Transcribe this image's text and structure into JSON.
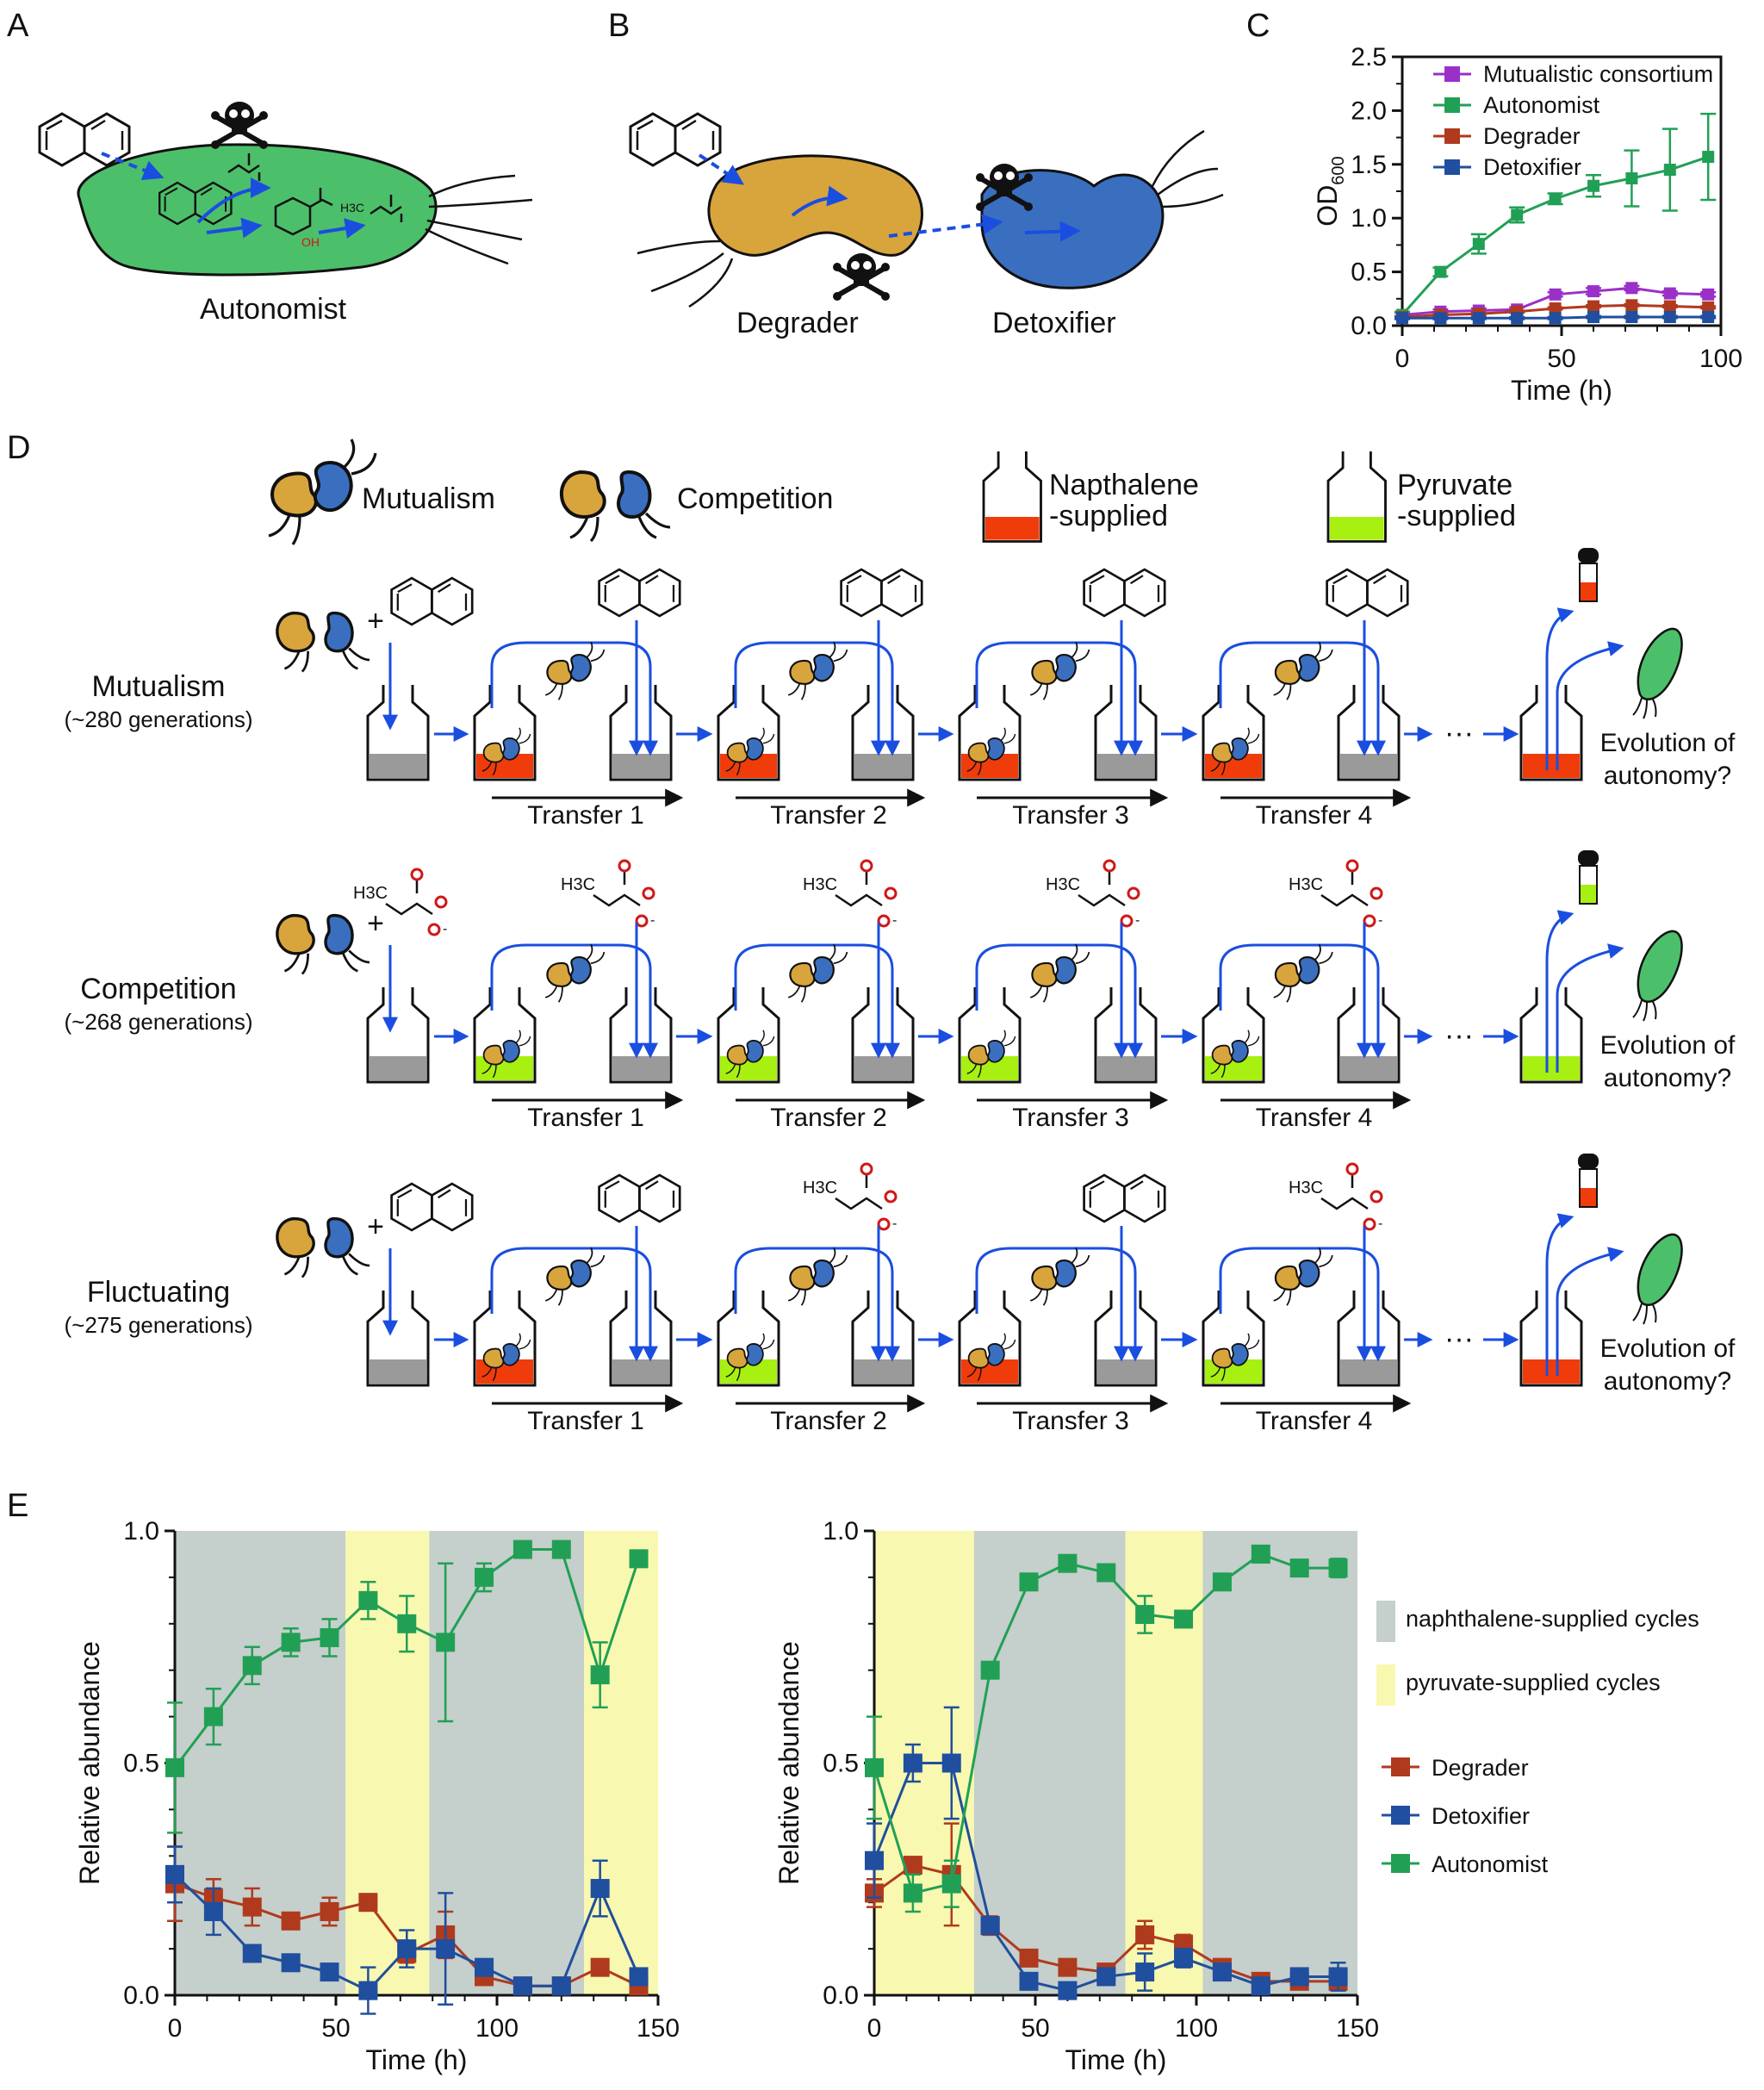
{
  "panels": {
    "A": "A",
    "B": "B",
    "C": "C",
    "D": "D",
    "E": "E"
  },
  "panelA": {
    "label": "Autonomist"
  },
  "panelB": {
    "label1": "Degrader",
    "label2": "Detoxifier"
  },
  "chem": {
    "methyl": "H3C",
    "o_minus": "O-",
    "oh": "OH"
  },
  "legendD": {
    "mutualism": "Mutualism",
    "competition": "Competition",
    "naph_line1": "Napthalene",
    "naph_line2": "-supplied",
    "pyr_line1": "Pyruvate",
    "pyr_line2": "-supplied"
  },
  "rows": [
    {
      "title": "Mutualism",
      "gens": "(~280 generations)",
      "media": [
        "naphthalene",
        "naphthalene",
        "naphthalene",
        "naphthalene"
      ],
      "initial": "naphthalene",
      "final": "naphthalene",
      "layout": "mutualism"
    },
    {
      "title": "Competition",
      "gens": "(~268 generations)",
      "media": [
        "pyruvate",
        "pyruvate",
        "pyruvate",
        "pyruvate"
      ],
      "initial": "pyruvate",
      "final": "pyruvate",
      "layout": "competition"
    },
    {
      "title": "Fluctuating",
      "gens": "(~275 generations)",
      "media": [
        "naphthalene",
        "pyruvate",
        "naphthalene",
        "pyruvate"
      ],
      "initial": "naphthalene",
      "final": "naphthalene",
      "layout": "mixed"
    }
  ],
  "transfers": [
    "Transfer 1",
    "Transfer 2",
    "Transfer 3",
    "Transfer 4"
  ],
  "plus": "+",
  "ellipsis": "···",
  "evolution": [
    "Evolution of",
    "autonomy?"
  ],
  "colors": {
    "autonomist": "#21a055",
    "degrader": "#b03a1e",
    "detoxifier": "#1f4f9e",
    "mutualistic": "#9b30c8",
    "naph_medium": "#f03c0a",
    "pyr_medium": "#a8ef12",
    "gray_medium": "#9a9a9a",
    "naph_band": "#c5cfcb",
    "pyr_band": "#f8f8b0",
    "cellA": "#4cbf6a",
    "cellDeg": "#d8a43c",
    "cellDet": "#3a6fc0",
    "arrow": "#1a4ee0"
  },
  "chart_data": [
    {
      "type": "line",
      "xlabel": "Time (h)",
      "ylabel": "OD600",
      "xlim": [
        0,
        100
      ],
      "ylim": [
        0,
        2.5
      ],
      "xticks": [
        "0",
        "50",
        "100"
      ],
      "yticks": [
        "0.0",
        "0.5",
        "1.0",
        "1.5",
        "2.0",
        "2.5"
      ],
      "legend_position": "top-left",
      "x": [
        0,
        12,
        24,
        36,
        48,
        60,
        72,
        84,
        96
      ],
      "series": [
        {
          "name": "Mutualistic consortium",
          "color": "#9b30c8",
          "values": [
            0.1,
            0.13,
            0.14,
            0.15,
            0.29,
            0.32,
            0.35,
            0.3,
            0.29
          ],
          "err": [
            0.02,
            0.02,
            0.02,
            0.02,
            0.02,
            0.03,
            0.02,
            0.02,
            0.02
          ]
        },
        {
          "name": "Autonomist",
          "color": "#21a055",
          "values": [
            0.1,
            0.5,
            0.76,
            1.03,
            1.18,
            1.3,
            1.37,
            1.45,
            1.57
          ],
          "err": [
            0.03,
            0.04,
            0.09,
            0.07,
            0.05,
            0.1,
            0.26,
            0.38,
            0.4
          ]
        },
        {
          "name": "Degrader",
          "color": "#b03a1e",
          "values": [
            0.08,
            0.1,
            0.11,
            0.13,
            0.16,
            0.18,
            0.19,
            0.18,
            0.17
          ],
          "err": [
            0.01,
            0.01,
            0.01,
            0.01,
            0.01,
            0.01,
            0.01,
            0.01,
            0.01
          ]
        },
        {
          "name": "Detoxifier",
          "color": "#1f4f9e",
          "values": [
            0.07,
            0.07,
            0.07,
            0.07,
            0.07,
            0.08,
            0.08,
            0.08,
            0.08
          ],
          "err": [
            0.01,
            0.01,
            0.01,
            0.01,
            0.01,
            0.01,
            0.01,
            0.01,
            0.01
          ]
        }
      ]
    },
    {
      "type": "line",
      "xlabel": "Time (h)",
      "ylabel": "Relative abundance",
      "xlim": [
        0,
        150
      ],
      "ylim": [
        0,
        1.0
      ],
      "xticks": [
        "0",
        "50",
        "100",
        "150"
      ],
      "yticks": [
        "0.0",
        "0.5",
        "1.0"
      ],
      "bands": [
        {
          "from": 0,
          "to": 53,
          "medium": "naphthalene"
        },
        {
          "from": 53,
          "to": 79,
          "medium": "pyruvate"
        },
        {
          "from": 79,
          "to": 127,
          "medium": "naphthalene"
        },
        {
          "from": 127,
          "to": 150,
          "medium": "pyruvate"
        }
      ],
      "x": [
        0,
        12,
        24,
        36,
        48,
        60,
        72,
        84,
        96,
        108,
        120,
        132,
        144
      ],
      "series": [
        {
          "name": "Autonomist",
          "color": "#21a055",
          "values": [
            0.49,
            0.6,
            0.71,
            0.76,
            0.77,
            0.85,
            0.8,
            0.76,
            0.9,
            0.96,
            0.96,
            0.69,
            0.94
          ],
          "err": [
            0.14,
            0.06,
            0.04,
            0.03,
            0.04,
            0.04,
            0.06,
            0.17,
            0.03,
            0.01,
            0.01,
            0.07,
            0.01
          ]
        },
        {
          "name": "Degrader",
          "color": "#b03a1e",
          "values": [
            0.24,
            0.21,
            0.19,
            0.16,
            0.18,
            0.2,
            0.09,
            0.13,
            0.04,
            0.02,
            0.02,
            0.06,
            0.02
          ],
          "err": [
            0.08,
            0.04,
            0.04,
            0.01,
            0.03,
            0.01,
            0.02,
            0.05,
            0.01,
            0.01,
            0.01,
            0.01,
            0.01
          ]
        },
        {
          "name": "Detoxifier",
          "color": "#1f4f9e",
          "values": [
            0.26,
            0.18,
            0.09,
            0.07,
            0.05,
            0.01,
            0.1,
            0.1,
            0.06,
            0.02,
            0.02,
            0.23,
            0.04
          ],
          "err": [
            0.06,
            0.05,
            0.01,
            0.01,
            0.01,
            0.05,
            0.04,
            0.12,
            0.01,
            0.01,
            0.01,
            0.06,
            0.01
          ]
        }
      ]
    },
    {
      "type": "line",
      "xlabel": "Time (h)",
      "ylabel": "Relative abundance",
      "xlim": [
        0,
        150
      ],
      "ylim": [
        0,
        1.0
      ],
      "xticks": [
        "0",
        "50",
        "100",
        "150"
      ],
      "yticks": [
        "0.0",
        "0.5",
        "1.0"
      ],
      "bands": [
        {
          "from": 0,
          "to": 31,
          "medium": "pyruvate"
        },
        {
          "from": 31,
          "to": 78,
          "medium": "naphthalene"
        },
        {
          "from": 78,
          "to": 102,
          "medium": "pyruvate"
        },
        {
          "from": 102,
          "to": 150,
          "medium": "naphthalene"
        }
      ],
      "x": [
        0,
        12,
        24,
        36,
        48,
        60,
        72,
        84,
        96,
        108,
        120,
        132,
        144
      ],
      "series": [
        {
          "name": "Autonomist",
          "color": "#21a055",
          "values": [
            0.49,
            0.22,
            0.24,
            0.7,
            0.89,
            0.93,
            0.91,
            0.82,
            0.81,
            0.89,
            0.95,
            0.92,
            0.92
          ],
          "err": [
            0.11,
            0.04,
            0.05,
            0.01,
            0.01,
            0.01,
            0.01,
            0.04,
            0.01,
            0.01,
            0.01,
            0.01,
            0.02
          ]
        },
        {
          "name": "Degrader",
          "color": "#b03a1e",
          "values": [
            0.22,
            0.28,
            0.26,
            0.15,
            0.08,
            0.06,
            0.05,
            0.13,
            0.11,
            0.06,
            0.03,
            0.03,
            0.03
          ],
          "err": [
            0.03,
            0.01,
            0.11,
            0.02,
            0.01,
            0.01,
            0.01,
            0.03,
            0.02,
            0.01,
            0.01,
            0.01,
            0.01
          ]
        },
        {
          "name": "Detoxifier",
          "color": "#1f4f9e",
          "values": [
            0.29,
            0.5,
            0.5,
            0.15,
            0.03,
            0.01,
            0.04,
            0.05,
            0.08,
            0.05,
            0.02,
            0.04,
            0.04
          ],
          "err": [
            0.08,
            0.04,
            0.12,
            0.01,
            0.01,
            0.01,
            0.01,
            0.04,
            0.02,
            0.01,
            0.01,
            0.01,
            0.03
          ]
        }
      ]
    }
  ],
  "legendE": {
    "naph": "naphthalene-supplied cycles",
    "pyr": "pyruvate-supplied cycles",
    "degrader": "Degrader",
    "detoxifier": "Detoxifier",
    "autonomist": "Autonomist"
  }
}
